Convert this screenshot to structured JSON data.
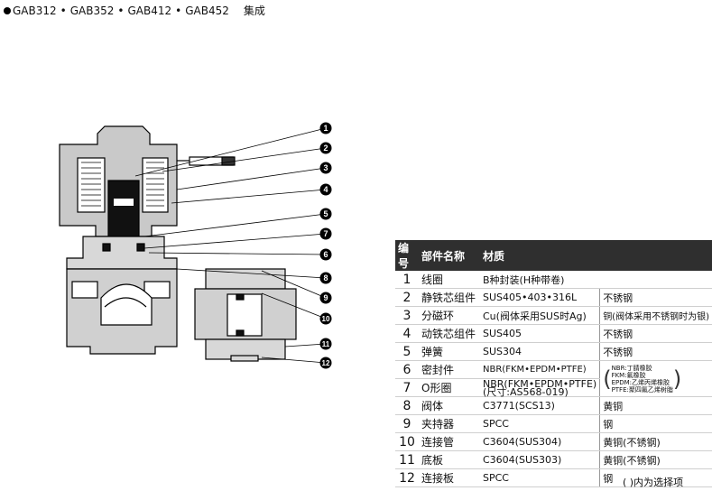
{
  "header": {
    "models": [
      "GAB312",
      "GAB352",
      "GAB412",
      "GAB452"
    ],
    "separator": "•",
    "suffix": "集成"
  },
  "callouts": [
    "1",
    "2",
    "3",
    "4",
    "5",
    "7",
    "6",
    "8",
    "9",
    "10",
    "11",
    "12"
  ],
  "table": {
    "headers": [
      "编号",
      "部件名称",
      "材质"
    ],
    "rows": [
      {
        "no": "1",
        "name": "线圈",
        "material": "B种封装(H种带卷)",
        "alt": ""
      },
      {
        "no": "2",
        "name": "静铁芯组件",
        "material": "SUS405•403•316L",
        "alt": "不锈钢"
      },
      {
        "no": "3",
        "name": "分磁环",
        "material": "Cu(阀体采用SUS时Ag)",
        "alt": "铜(阀体采用不锈钢时为银)"
      },
      {
        "no": "4",
        "name": "动铁芯组件",
        "material": "SUS405",
        "alt": "不锈钢"
      },
      {
        "no": "5",
        "name": "弹簧",
        "material": "SUS304",
        "alt": "不锈钢"
      },
      {
        "no": "6",
        "name": "密封件",
        "material": "NBR(FKM•EPDM•PTFE)",
        "alt": ""
      },
      {
        "no": "7",
        "name": "O形圈",
        "material": "NBR(FKM•EPDM•PTFE)",
        "material_note": "(尺寸:AS568-019)",
        "alt": ""
      },
      {
        "no": "8",
        "name": "阀体",
        "material": "C3771(SCS13)",
        "alt": "黄铜"
      },
      {
        "no": "9",
        "name": "夹持器",
        "material": "SPCC",
        "alt": "钢"
      },
      {
        "no": "10",
        "name": "连接管",
        "material": "C3604(SUS304)",
        "alt": "黄铜(不锈钢)"
      },
      {
        "no": "11",
        "name": "底板",
        "material": "C3604(SUS303)",
        "alt": "黄铜(不锈钢)"
      },
      {
        "no": "12",
        "name": "连接板",
        "material": "SPCC",
        "alt": "钢"
      }
    ],
    "seal_materials": [
      "NBR:丁腈橡胶",
      "FKM:氟橡胶",
      "EPDM:乙烯丙烯橡胶",
      "PTFE:聚四氟乙烯树脂"
    ]
  },
  "footnote": "(  )内为选择项"
}
